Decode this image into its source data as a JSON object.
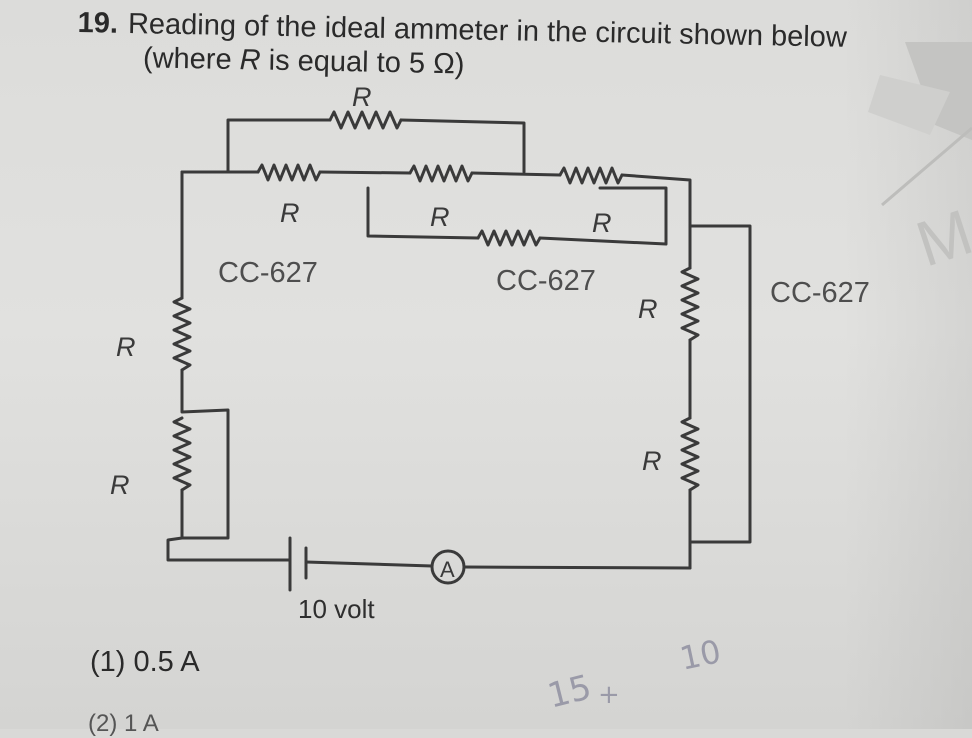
{
  "question": {
    "number": "19.",
    "line1": "Reading of the ideal ammeter in the circuit shown below",
    "line2_prefix": "(where ",
    "line2_var": "R",
    "line2_suffix": " is equal to 5 Ω)"
  },
  "circuit": {
    "resistor_label": "R",
    "watermark": "CC-627",
    "battery_label": "10 volt",
    "ammeter_label": "A"
  },
  "options": {
    "option1": "(1) 0.5 A",
    "option2_partial": "(2) 1 A"
  },
  "handwriting": {
    "a": "15",
    "b": "+",
    "c": "10"
  },
  "decoration": {
    "corner_letter": "M"
  },
  "colors": {
    "ink": "#3a3a3a",
    "paper": "#dcdcda",
    "pencil": "#9a9aa8"
  }
}
